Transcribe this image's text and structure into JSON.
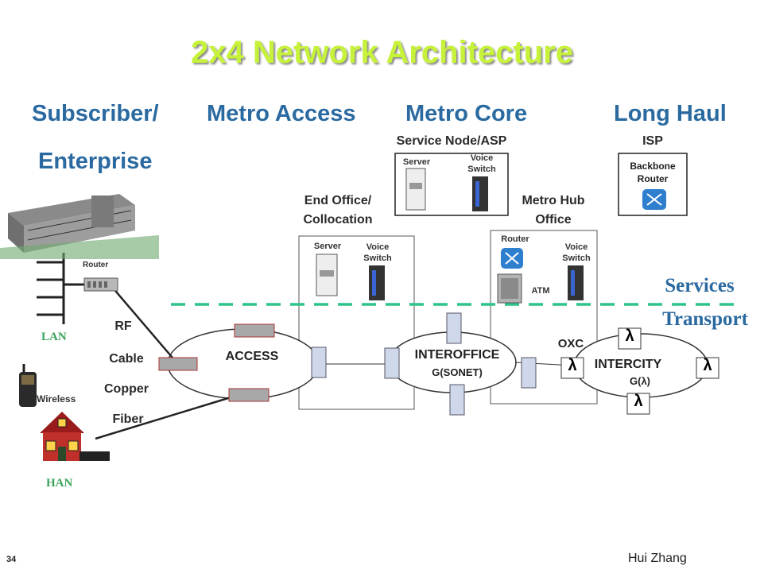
{
  "title": "2x4 Network Architecture",
  "columns": {
    "subscriber_1": "Subscriber/",
    "subscriber_2": "Enterprise",
    "metro_access": "Metro Access",
    "metro_core": "Metro Core",
    "long_haul": "Long Haul"
  },
  "service_node": {
    "title": "Service Node/ASP",
    "server": "Server",
    "voice_1": "Voice",
    "voice_2": "Switch"
  },
  "isp": {
    "title": "ISP",
    "router_1": "Backbone",
    "router_2": "Router"
  },
  "end_office": {
    "title_1": "End Office/",
    "title_2": "Collocation",
    "server": "Server",
    "voice_1": "Voice",
    "voice_2": "Switch"
  },
  "hub_office": {
    "title_1": "Metro Hub",
    "title_2": "Office",
    "router": "Router",
    "voice_1": "Voice",
    "voice_2": "Switch",
    "atm": "ATM"
  },
  "layers": {
    "services": "Services",
    "transport": "Transport"
  },
  "rings": {
    "access": "ACCESS",
    "interoffice": "INTEROFFICE",
    "interoffice_sub": "G(SONET)",
    "intercity": "INTERCITY",
    "intercity_sub": "G(λ)",
    "oxc": "OXC",
    "lambda": "λ"
  },
  "subscriber": {
    "router": "Router",
    "lan": "LAN",
    "wireless": "Wireless",
    "han": "HAN",
    "media": [
      "RF",
      "Cable",
      "Copper",
      "Fiber"
    ]
  },
  "footer": {
    "page": "34",
    "author": "Hui Zhang"
  },
  "colors": {
    "title": "#c6f23a",
    "columns": "#2a6aa0",
    "dashed_line": "#2fc48a",
    "layer_text": "#2a6aa0",
    "green_text": "#3aa35a"
  }
}
